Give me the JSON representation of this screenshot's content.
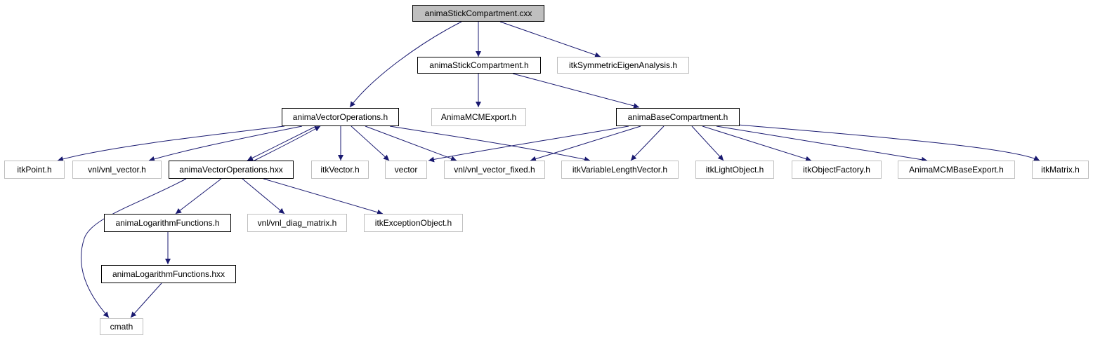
{
  "colors": {
    "edge": "#191970",
    "documented_border": "#000000",
    "external_border": "#bfbfbf",
    "root_fill": "#bfbfbf"
  },
  "nodes": {
    "root": "animaStickCompartment.cxx",
    "stick_h": "animaStickCompartment.h",
    "sym_eigen": "itkSymmetricEigenAnalysis.h",
    "vec_ops_h": "animaVectorOperations.h",
    "mcm_export": "AnimaMCMExport.h",
    "base_comp": "animaBaseCompartment.h",
    "itk_point": "itkPoint.h",
    "vnl_vector": "vnl/vnl_vector.h",
    "vec_ops_hxx": "animaVectorOperations.hxx",
    "itk_vector": "itkVector.h",
    "vector": "vector",
    "vnl_vector_fixed": "vnl/vnl_vector_fixed.h",
    "itk_varlen": "itkVariableLengthVector.h",
    "itk_light": "itkLightObject.h",
    "itk_factory": "itkObjectFactory.h",
    "mcm_base_export": "AnimaMCMBaseExport.h",
    "itk_matrix": "itkMatrix.h",
    "log_h": "animaLogarithmFunctions.h",
    "vnl_diag": "vnl/vnl_diag_matrix.h",
    "itk_exception": "itkExceptionObject.h",
    "log_hxx": "animaLogarithmFunctions.hxx",
    "cmath": "cmath"
  }
}
